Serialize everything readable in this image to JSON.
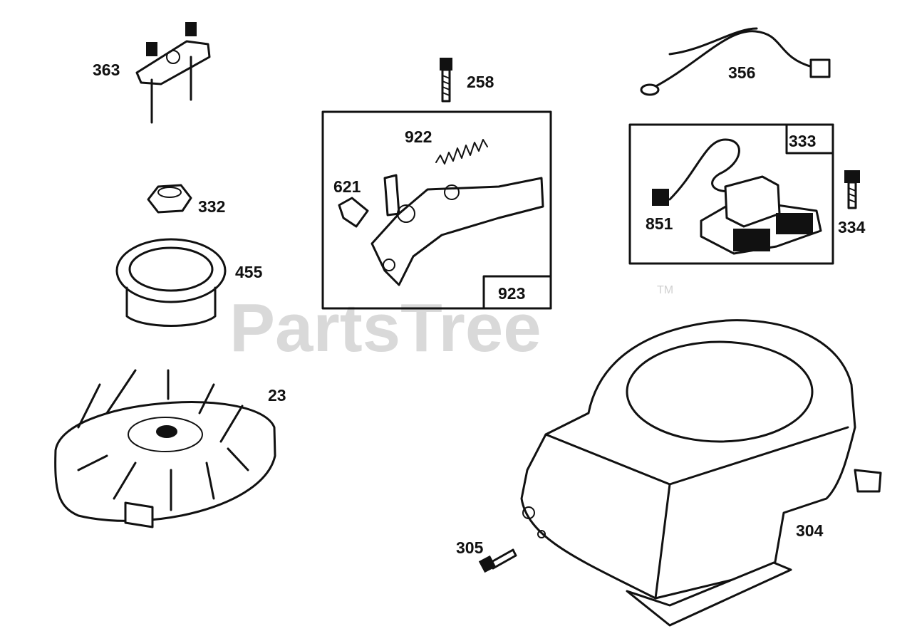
{
  "watermark": {
    "text": "PartsTree",
    "trademark": "TM"
  },
  "labels": {
    "p363": "363",
    "p258": "258",
    "p356": "356",
    "p922": "922",
    "p333": "333",
    "p621": "621",
    "p332": "332",
    "p851": "851",
    "p334": "334",
    "p455": "455",
    "p923": "923",
    "p23": "23",
    "p304": "304",
    "p305": "305"
  }
}
